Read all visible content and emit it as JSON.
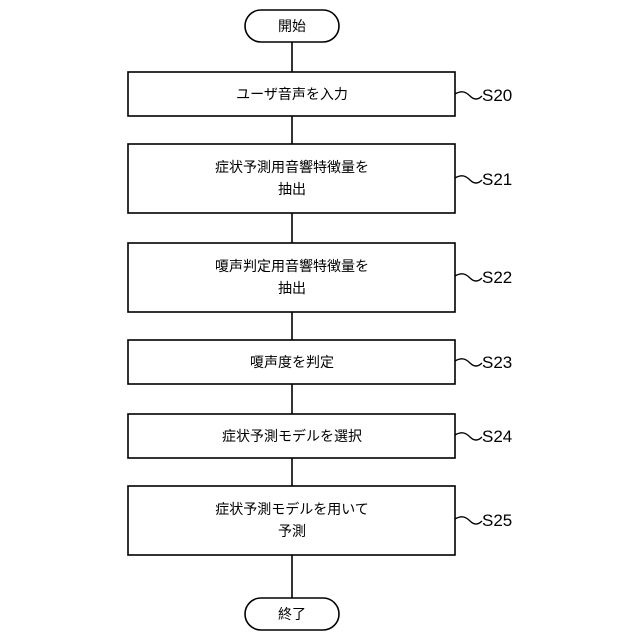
{
  "start": "開始",
  "end": "終了",
  "steps": [
    {
      "id": "S20",
      "lines": [
        "ユーザ音声を入力"
      ]
    },
    {
      "id": "S21",
      "lines": [
        "症状予測用音響特徴量を",
        "抽出"
      ]
    },
    {
      "id": "S22",
      "lines": [
        "嗄声判定用音響特徴量を",
        "抽出"
      ]
    },
    {
      "id": "S23",
      "lines": [
        "嗄声度を判定"
      ]
    },
    {
      "id": "S24",
      "lines": [
        "症状予測モデルを選択"
      ]
    },
    {
      "id": "S25",
      "lines": [
        "症状予測モデルを用いて",
        "予測"
      ]
    }
  ]
}
